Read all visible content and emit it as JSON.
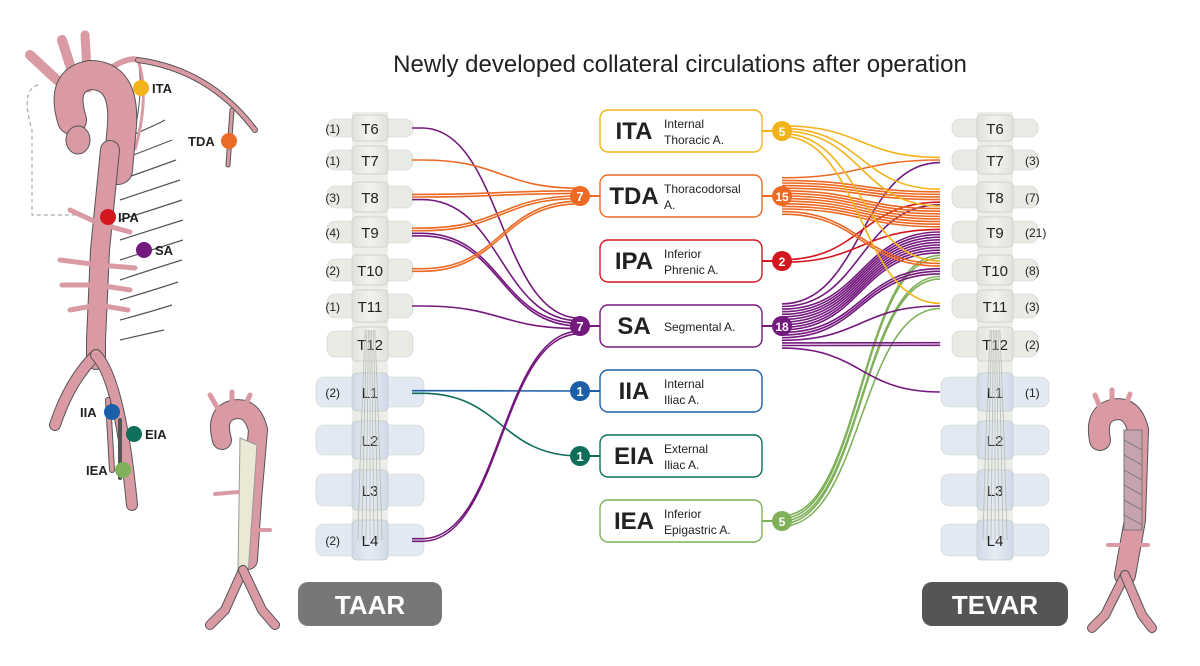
{
  "title": "Newly developed collateral circulations after operation",
  "colors": {
    "ITA": "#f2b31a",
    "TDA": "#ec6a24",
    "IPA": "#d3171f",
    "SA": "#74197d",
    "IIA": "#1a5fa8",
    "EIA": "#0e6e5a",
    "IEA": "#7fb05a",
    "aorta": "#d99aa3",
    "bone": "#e9ece6",
    "lumbar": "#dde5ef",
    "label_bg": "#777777",
    "label_bg_dark": "#555555"
  },
  "vertebrae": [
    "T6",
    "T7",
    "T8",
    "T9",
    "T10",
    "T11",
    "T12",
    "L1",
    "L2",
    "L3",
    "L4"
  ],
  "taar": {
    "label": "TAAR",
    "counts": [
      "(1)",
      "(1)",
      "(3)",
      "(4)",
      "(2)",
      "(1)",
      "",
      "(2)",
      "",
      "",
      "(2)"
    ]
  },
  "tevar": {
    "label": "TEVAR",
    "counts": [
      "",
      "(3)",
      "(7)",
      "(21)",
      "(8)",
      "(3)",
      "(2)",
      "(1)",
      "",
      "",
      ""
    ]
  },
  "arteries": [
    {
      "abbr": "ITA",
      "name1": "Internal",
      "name2": "Thoracic A.",
      "taar_count": "",
      "tevar_count": "5",
      "color_key": "ITA"
    },
    {
      "abbr": "TDA",
      "name1": "Thoracodorsal",
      "name2": "A.",
      "taar_count": "7",
      "tevar_count": "15",
      "color_key": "TDA"
    },
    {
      "abbr": "IPA",
      "name1": "Inferior",
      "name2": "Phrenic A.",
      "taar_count": "",
      "tevar_count": "2",
      "color_key": "IPA"
    },
    {
      "abbr": "SA",
      "name1": "Segmental A.",
      "name2": "",
      "taar_count": "7",
      "tevar_count": "18",
      "color_key": "SA"
    },
    {
      "abbr": "IIA",
      "name1": "Internal",
      "name2": "Iliac A.",
      "taar_count": "1",
      "tevar_count": "",
      "color_key": "IIA"
    },
    {
      "abbr": "EIA",
      "name1": "External",
      "name2": "Iliac A.",
      "taar_count": "1",
      "tevar_count": "",
      "color_key": "EIA"
    },
    {
      "abbr": "IEA",
      "name1": "Inferior",
      "name2": "Epigastric A.",
      "taar_count": "",
      "tevar_count": "5",
      "color_key": "IEA"
    }
  ],
  "anatomy_labels": [
    {
      "text": "ITA",
      "color_key": "ITA"
    },
    {
      "text": "TDA",
      "color_key": "TDA"
    },
    {
      "text": "IPA",
      "color_key": "IPA"
    },
    {
      "text": "SA",
      "color_key": "SA"
    },
    {
      "text": "IIA",
      "color_key": "IIA"
    },
    {
      "text": "EIA",
      "color_key": "EIA"
    },
    {
      "text": "IEA",
      "color_key": "IEA"
    }
  ],
  "taar_links": [
    {
      "v": 0,
      "a": "SA",
      "n": 1
    },
    {
      "v": 1,
      "a": "TDA",
      "n": 1
    },
    {
      "v": 2,
      "a": "TDA",
      "n": 2
    },
    {
      "v": 2,
      "a": "SA",
      "n": 1
    },
    {
      "v": 3,
      "a": "TDA",
      "n": 2
    },
    {
      "v": 3,
      "a": "SA",
      "n": 2
    },
    {
      "v": 4,
      "a": "TDA",
      "n": 2
    },
    {
      "v": 5,
      "a": "SA",
      "n": 1
    },
    {
      "v": 7,
      "a": "IIA",
      "n": 1
    },
    {
      "v": 7,
      "a": "EIA",
      "n": 1
    },
    {
      "v": 10,
      "a": "SA",
      "n": 2
    }
  ],
  "tevar_links": [
    {
      "v": 1,
      "a": "ITA",
      "n": 1
    },
    {
      "v": 1,
      "a": "TDA",
      "n": 1
    },
    {
      "v": 1,
      "a": "SA",
      "n": 1
    },
    {
      "v": 2,
      "a": "ITA",
      "n": 1
    },
    {
      "v": 2,
      "a": "TDA",
      "n": 4
    },
    {
      "v": 2,
      "a": "IPA",
      "n": 1
    },
    {
      "v": 2,
      "a": "SA",
      "n": 1
    },
    {
      "v": 3,
      "a": "ITA",
      "n": 1
    },
    {
      "v": 3,
      "a": "TDA",
      "n": 8
    },
    {
      "v": 3,
      "a": "IPA",
      "n": 1
    },
    {
      "v": 3,
      "a": "SA",
      "n": 9
    },
    {
      "v": 3,
      "a": "IEA",
      "n": 2
    },
    {
      "v": 4,
      "a": "ITA",
      "n": 1
    },
    {
      "v": 4,
      "a": "TDA",
      "n": 2
    },
    {
      "v": 4,
      "a": "SA",
      "n": 3
    },
    {
      "v": 4,
      "a": "IEA",
      "n": 2
    },
    {
      "v": 5,
      "a": "ITA",
      "n": 1
    },
    {
      "v": 5,
      "a": "SA",
      "n": 1
    },
    {
      "v": 5,
      "a": "IEA",
      "n": 1
    },
    {
      "v": 6,
      "a": "SA",
      "n": 2
    },
    {
      "v": 7,
      "a": "SA",
      "n": 1
    }
  ]
}
